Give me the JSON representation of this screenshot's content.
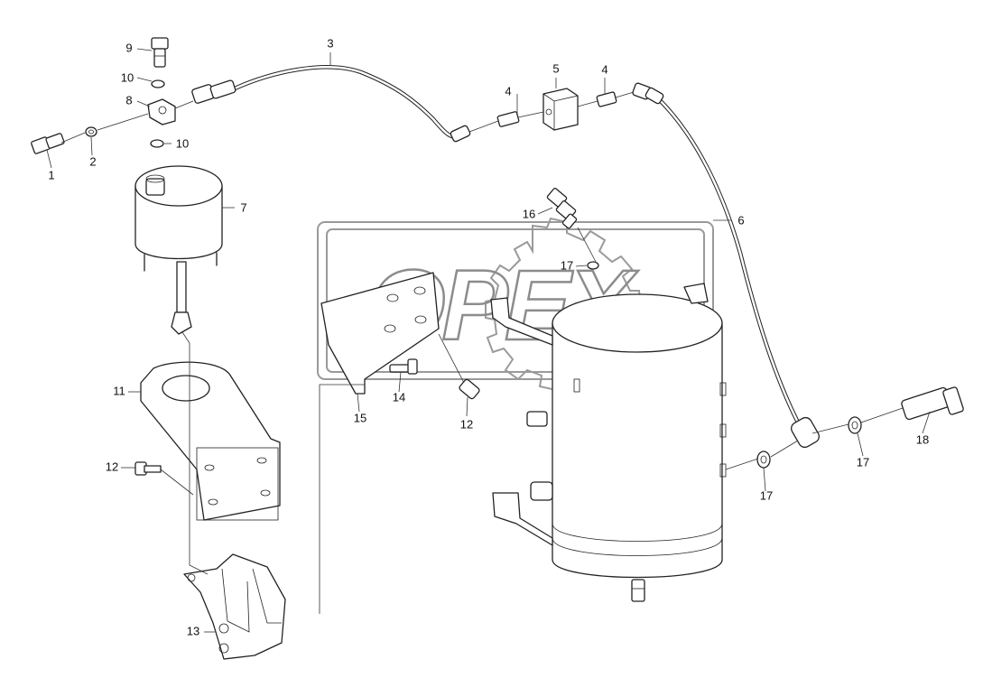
{
  "watermark": {
    "brand": "OPEX"
  },
  "callouts": [
    {
      "id": "c1",
      "label": "1"
    },
    {
      "id": "c2",
      "label": "2"
    },
    {
      "id": "c3",
      "label": "3"
    },
    {
      "id": "c4a",
      "label": "4"
    },
    {
      "id": "c4b",
      "label": "4"
    },
    {
      "id": "c5",
      "label": "5"
    },
    {
      "id": "c6",
      "label": "6"
    },
    {
      "id": "c7",
      "label": "7"
    },
    {
      "id": "c8",
      "label": "8"
    },
    {
      "id": "c9",
      "label": "9"
    },
    {
      "id": "c10a",
      "label": "10"
    },
    {
      "id": "c10b",
      "label": "10"
    },
    {
      "id": "c11",
      "label": "11"
    },
    {
      "id": "c12a",
      "label": "12"
    },
    {
      "id": "c12b",
      "label": "12"
    },
    {
      "id": "c13",
      "label": "13"
    },
    {
      "id": "c14",
      "label": "14"
    },
    {
      "id": "c15",
      "label": "15"
    },
    {
      "id": "c16",
      "label": "16"
    },
    {
      "id": "c17a",
      "label": "17"
    },
    {
      "id": "c17b",
      "label": "17"
    },
    {
      "id": "c17c",
      "label": "17"
    },
    {
      "id": "c18",
      "label": "18"
    }
  ]
}
